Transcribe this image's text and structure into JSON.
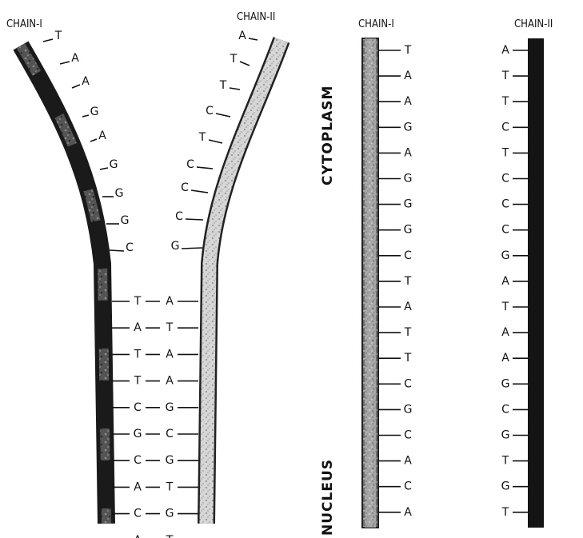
{
  "fork": {
    "chain1_header": "CHAIN-I",
    "chain2_header": "CHAIN-II",
    "chain1_bases": [
      "T",
      "A",
      "A",
      "G",
      "A",
      "G",
      "G",
      "G",
      "C",
      "T",
      "A",
      "T",
      "T",
      "C",
      "G",
      "C",
      "A",
      "C",
      "A"
    ],
    "chain2_bases": [
      "A",
      "T",
      "T",
      "C",
      "T",
      "C",
      "C",
      "C",
      "G",
      "A",
      "T",
      "A",
      "A",
      "G",
      "C",
      "G",
      "T",
      "G",
      "T"
    ]
  },
  "separated": {
    "chain1_header": "CHAIN-I",
    "chain2_header": "CHAIN-II",
    "chain1_bases": [
      "T",
      "A",
      "A",
      "G",
      "A",
      "G",
      "G",
      "G",
      "C",
      "T",
      "A",
      "T",
      "T",
      "C",
      "G",
      "C",
      "A",
      "C",
      "A"
    ],
    "chain2_bases": [
      "A",
      "T",
      "T",
      "C",
      "T",
      "C",
      "C",
      "C",
      "G",
      "A",
      "T",
      "A",
      "A",
      "G",
      "C",
      "G",
      "T",
      "G",
      "T"
    ]
  },
  "compartments": {
    "top": "CYTOPLASM",
    "bottom": "NUCLEUS"
  },
  "colors": {
    "dark_strand": "#111111",
    "light_strand": "#cfcfcf",
    "ink": "#111111"
  }
}
